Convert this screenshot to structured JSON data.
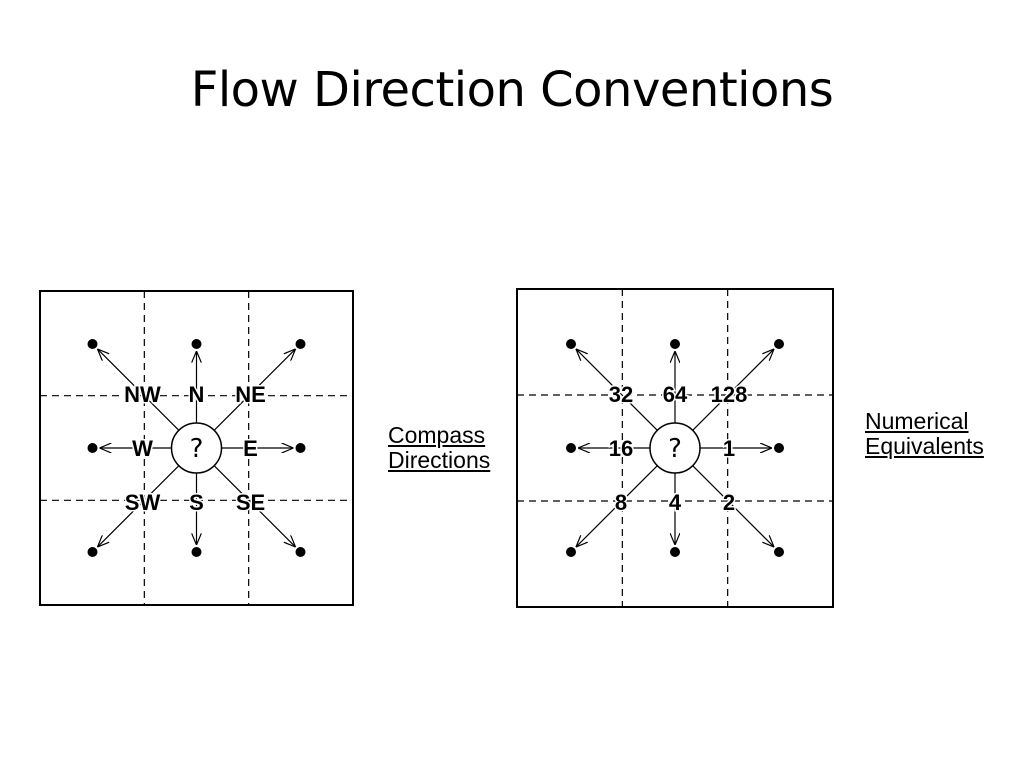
{
  "title": "Flow Direction Conventions",
  "center_symbol": "?",
  "compass": {
    "caption": [
      "Compass",
      "Directions"
    ],
    "labels": {
      "NW": "NW",
      "N": "N",
      "NE": "NE",
      "W": "W",
      "E": "E",
      "SW": "SW",
      "S": "S",
      "SE": "SE"
    }
  },
  "numeric": {
    "caption": [
      "Numerical",
      "Equivalents"
    ],
    "labels": {
      "NW": "32",
      "N": "64",
      "NE": "128",
      "W": "16",
      "E": "1",
      "SW": "8",
      "S": "4",
      "SE": "2"
    }
  },
  "line_color": "#000000"
}
